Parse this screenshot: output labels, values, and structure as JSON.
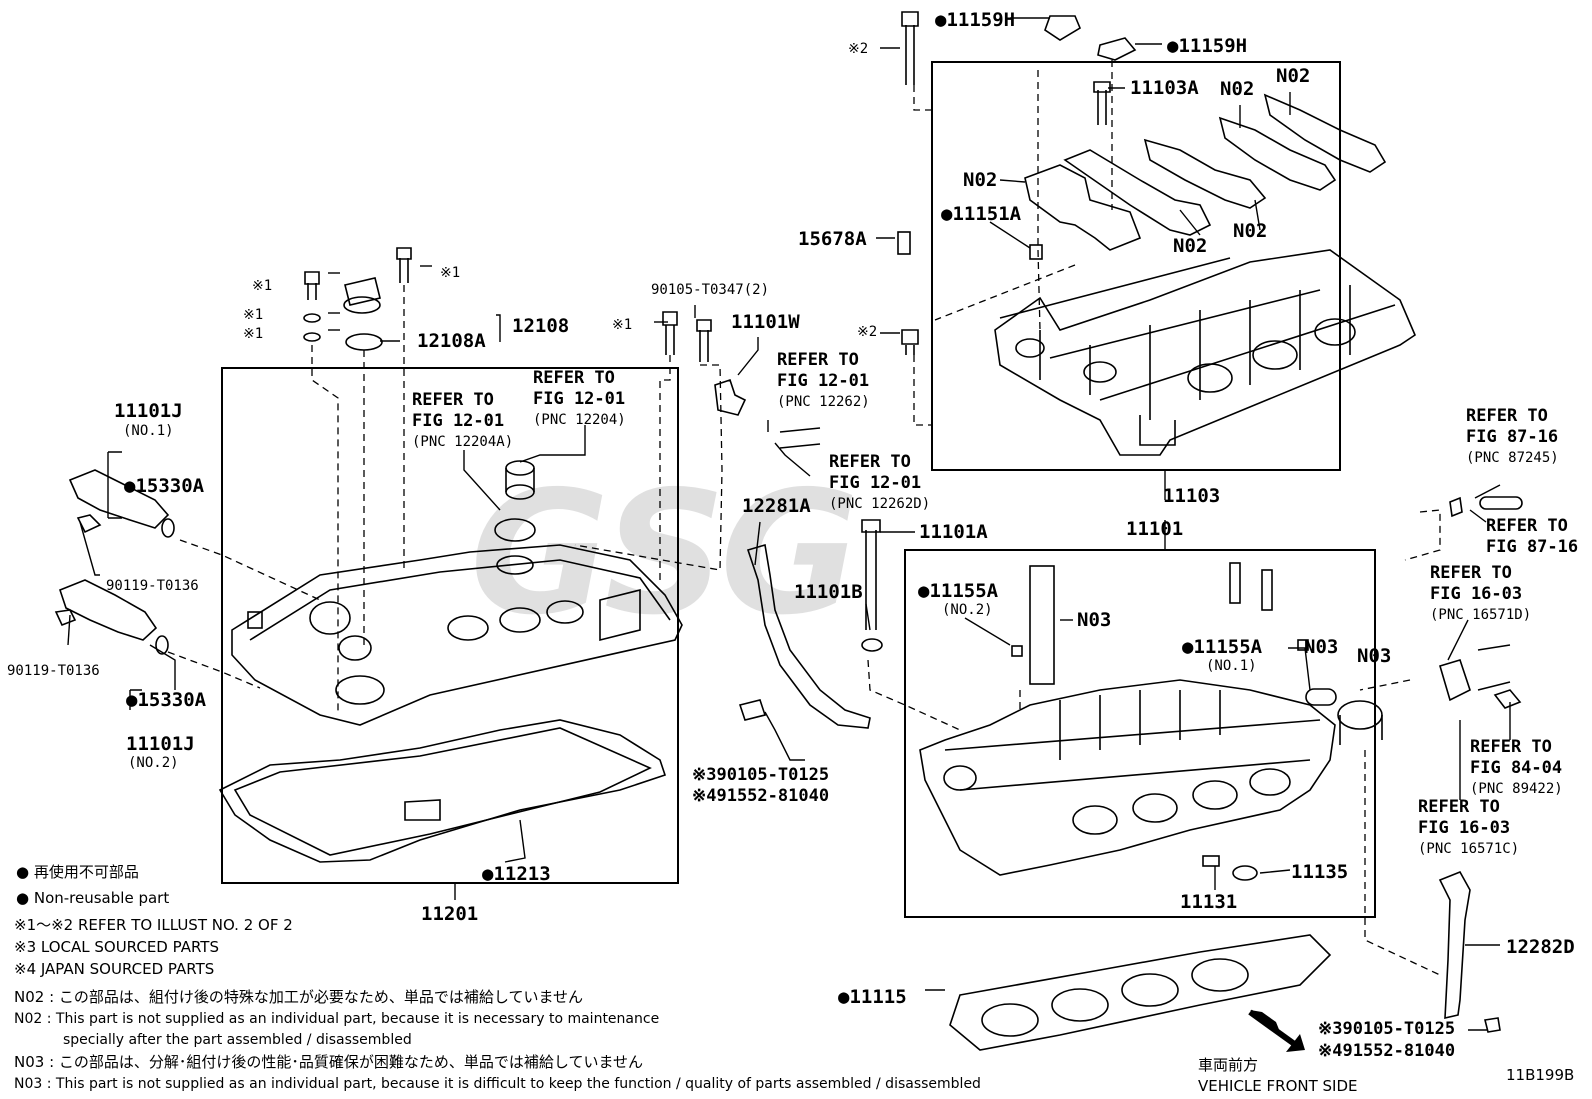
{
  "watermark": "GSG",
  "figure_id": "11B199B",
  "parts": {
    "p11159H_a": "●11159H",
    "p11159H_b": "●11159H",
    "p11103A": "11103A",
    "n02_a": "N02",
    "n02_b": "N02",
    "n02_c": "N02",
    "n02_d": "N02",
    "n02_e": "N02",
    "p11151A": "●11151A",
    "p15678A": "15678A",
    "p11103": "11103",
    "mark2_a": "※2",
    "mark2_b": "※2",
    "mark1_a": "※1",
    "mark1_b": "※1",
    "mark1_c": "※1",
    "mark1_d": "※1",
    "mark1_e": "※1",
    "p12108": "12108",
    "p12108A": "12108A",
    "p11101J_a": "11101J",
    "no1": "(NO.1)",
    "p15330A_a": "●15330A",
    "p90119_a": "90119-T0136",
    "p90119_b": "90119-T0136",
    "p15330A_b": "●15330A",
    "p11101J_b": "11101J",
    "no2": "(NO.2)",
    "p90105_T0347": "90105-T0347(2)",
    "p11101W": "11101W",
    "p12281A": "12281A",
    "p11101A": "11101A",
    "p11101B": "11101B",
    "p11101": "11101",
    "p11155A_a": "●11155A",
    "p11155A_a_sub": "(NO.2)",
    "n03_a": "N03",
    "p11155A_b": "●11155A",
    "p11155A_b_sub": "(NO.1)",
    "n03_b": "N03",
    "n03_c": "N03",
    "p11213": "●11213",
    "p11201": "11201",
    "p3_90105_a": "※390105-T0125",
    "p4_491552_a": "※491552-81040",
    "p11131": "11131",
    "p11135": "11135",
    "p11115": "●11115",
    "p12282D": "12282D",
    "p3_90105_b": "※390105-T0125",
    "p4_491552_b": "※491552-81040"
  },
  "refs": {
    "r12204A": {
      "l1": "REFER TO",
      "l2": "FIG 12-01",
      "l3": "(PNC 12204A)"
    },
    "r12204": {
      "l1": "REFER TO",
      "l2": "FIG 12-01",
      "l3": "(PNC 12204)"
    },
    "r12262": {
      "l1": "REFER TO",
      "l2": "FIG 12-01",
      "l3": "(PNC 12262)"
    },
    "r12262D": {
      "l1": "REFER TO",
      "l2": "FIG 12-01",
      "l3": "(PNC 12262D)"
    },
    "r87245": {
      "l1": "REFER TO",
      "l2": "FIG 87-16",
      "l3": "(PNC 87245)"
    },
    "r87_16": {
      "l1": "REFER TO",
      "l2": "FIG 87-16"
    },
    "r16571D": {
      "l1": "REFER TO",
      "l2": "FIG 16-03",
      "l3": "(PNC 16571D)"
    },
    "r89422": {
      "l1": "REFER TO",
      "l2": "FIG 84-04",
      "l3": "(PNC 89422)"
    },
    "r16571C": {
      "l1": "REFER TO",
      "l2": "FIG 16-03",
      "l3": "(PNC 16571C)"
    }
  },
  "legend": {
    "jp_nonreusable": "● 再使用不可部品",
    "en_nonreusable": "● Non-reusable part",
    "note_12": "※1～※2  REFER TO ILLUST NO. 2 OF 2",
    "note_3": "※3  LOCAL SOURCED PARTS",
    "note_4": "※4  JAPAN SOURCED PARTS",
    "n02_jp": "N02 : この部品は、組付け後の特殊な加工が必要なため、単品では補給していません",
    "n02_en": "N02 : This part is not supplied as an individual part, because it is necessary to maintenance",
    "n02_en2": "specially after the part assembled / disassembled",
    "n03_jp": "N03 : この部品は、分解･組付け後の性能･品質確保が困難なため、単品では補給していません",
    "n03_en": "N03 : This part is not supplied as an individual part, because it is difficult to keep the function / quality of parts  assembled / disassembled"
  },
  "front_label": {
    "jp": "車両前方",
    "en": "VEHICLE FRONT SIDE"
  }
}
